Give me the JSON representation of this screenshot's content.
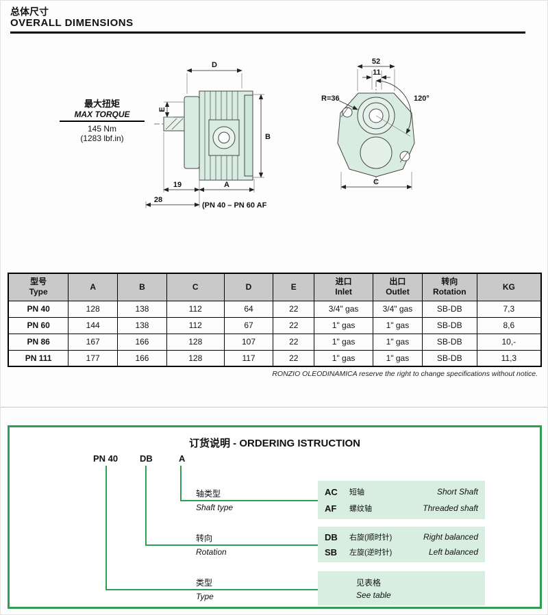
{
  "colors": {
    "accent_green": "#2f9e52",
    "option_box_green": "#d8eee0",
    "table_header_gray": "#c9c9c9",
    "drawing_fill": "#d9ece2"
  },
  "header": {
    "title_cn": "总体尺寸",
    "title_en": "OVERALL DIMENSIONS"
  },
  "drawing": {
    "torque": {
      "cn": "最大扭矩",
      "en": "MAX TORQUE",
      "value": "145 Nm",
      "alt": "(1283 lbf.in)"
    },
    "side": {
      "d": "D",
      "e": "E",
      "b": "B",
      "a": "A",
      "dim_19": "19",
      "dim_28": "28",
      "caption": "(PN 40 – PN 60 AF"
    },
    "front": {
      "dim_52": "52",
      "dim_11": "11",
      "radius": "R=36",
      "angle": "120°",
      "c": "C"
    }
  },
  "table": {
    "headers": {
      "type": {
        "cn": "型号",
        "en": "Type"
      },
      "a": "A",
      "b": "B",
      "c": "C",
      "d": "D",
      "e": "E",
      "inlet": {
        "cn": "进口",
        "en": "Inlet"
      },
      "outlet": {
        "cn": "出口",
        "en": "Outlet"
      },
      "rotation": {
        "cn": "转向",
        "en": "Rotation"
      },
      "kg": "KG"
    },
    "rows": [
      {
        "type": "PN 40",
        "a": "128",
        "b": "138",
        "c": "112",
        "d": "64",
        "e": "22",
        "inlet": "3/4\" gas",
        "outlet": "3/4\" gas",
        "rotation": "SB-DB",
        "kg": "7,3"
      },
      {
        "type": "PN 60",
        "a": "144",
        "b": "138",
        "c": "112",
        "d": "67",
        "e": "22",
        "inlet": "1\" gas",
        "outlet": "1\" gas",
        "rotation": "SB-DB",
        "kg": "8,6"
      },
      {
        "type": "PN 86",
        "a": "167",
        "b": "166",
        "c": "128",
        "d": "107",
        "e": "22",
        "inlet": "1\" gas",
        "outlet": "1\" gas",
        "rotation": "SB-DB",
        "kg": "10,-"
      },
      {
        "type": "PN 111",
        "a": "177",
        "b": "166",
        "c": "128",
        "d": "117",
        "e": "22",
        "inlet": "1\" gas",
        "outlet": "1\" gas",
        "rotation": "SB-DB",
        "kg": "11,3"
      }
    ],
    "note": "RONZIO OLEODINAMICA reserve the right to change specifications without notice."
  },
  "ordering": {
    "title": "订货说明 - ORDERING ISTRUCTION",
    "code": {
      "type": "PN 40",
      "rotation": "DB",
      "shaft": "A"
    },
    "shaft_type": {
      "label_cn": "轴类型",
      "label_en": "Shaft type",
      "options": [
        {
          "code": "AC",
          "cn": "短轴",
          "en": "Short Shaft"
        },
        {
          "code": "AF",
          "cn": "螺纹轴",
          "en": "Threaded shaft"
        }
      ]
    },
    "rotation": {
      "label_cn": "转向",
      "label_en": "Rotation",
      "options": [
        {
          "code": "DB",
          "cn": "右旋(顺时针)",
          "en": "Right balanced"
        },
        {
          "code": "SB",
          "cn": "左旋(逆时针)",
          "en": "Left balanced"
        }
      ]
    },
    "type": {
      "label_cn": "类型",
      "label_en": "Type",
      "see_table_cn": "见表格",
      "see_table_en": "See table"
    }
  }
}
